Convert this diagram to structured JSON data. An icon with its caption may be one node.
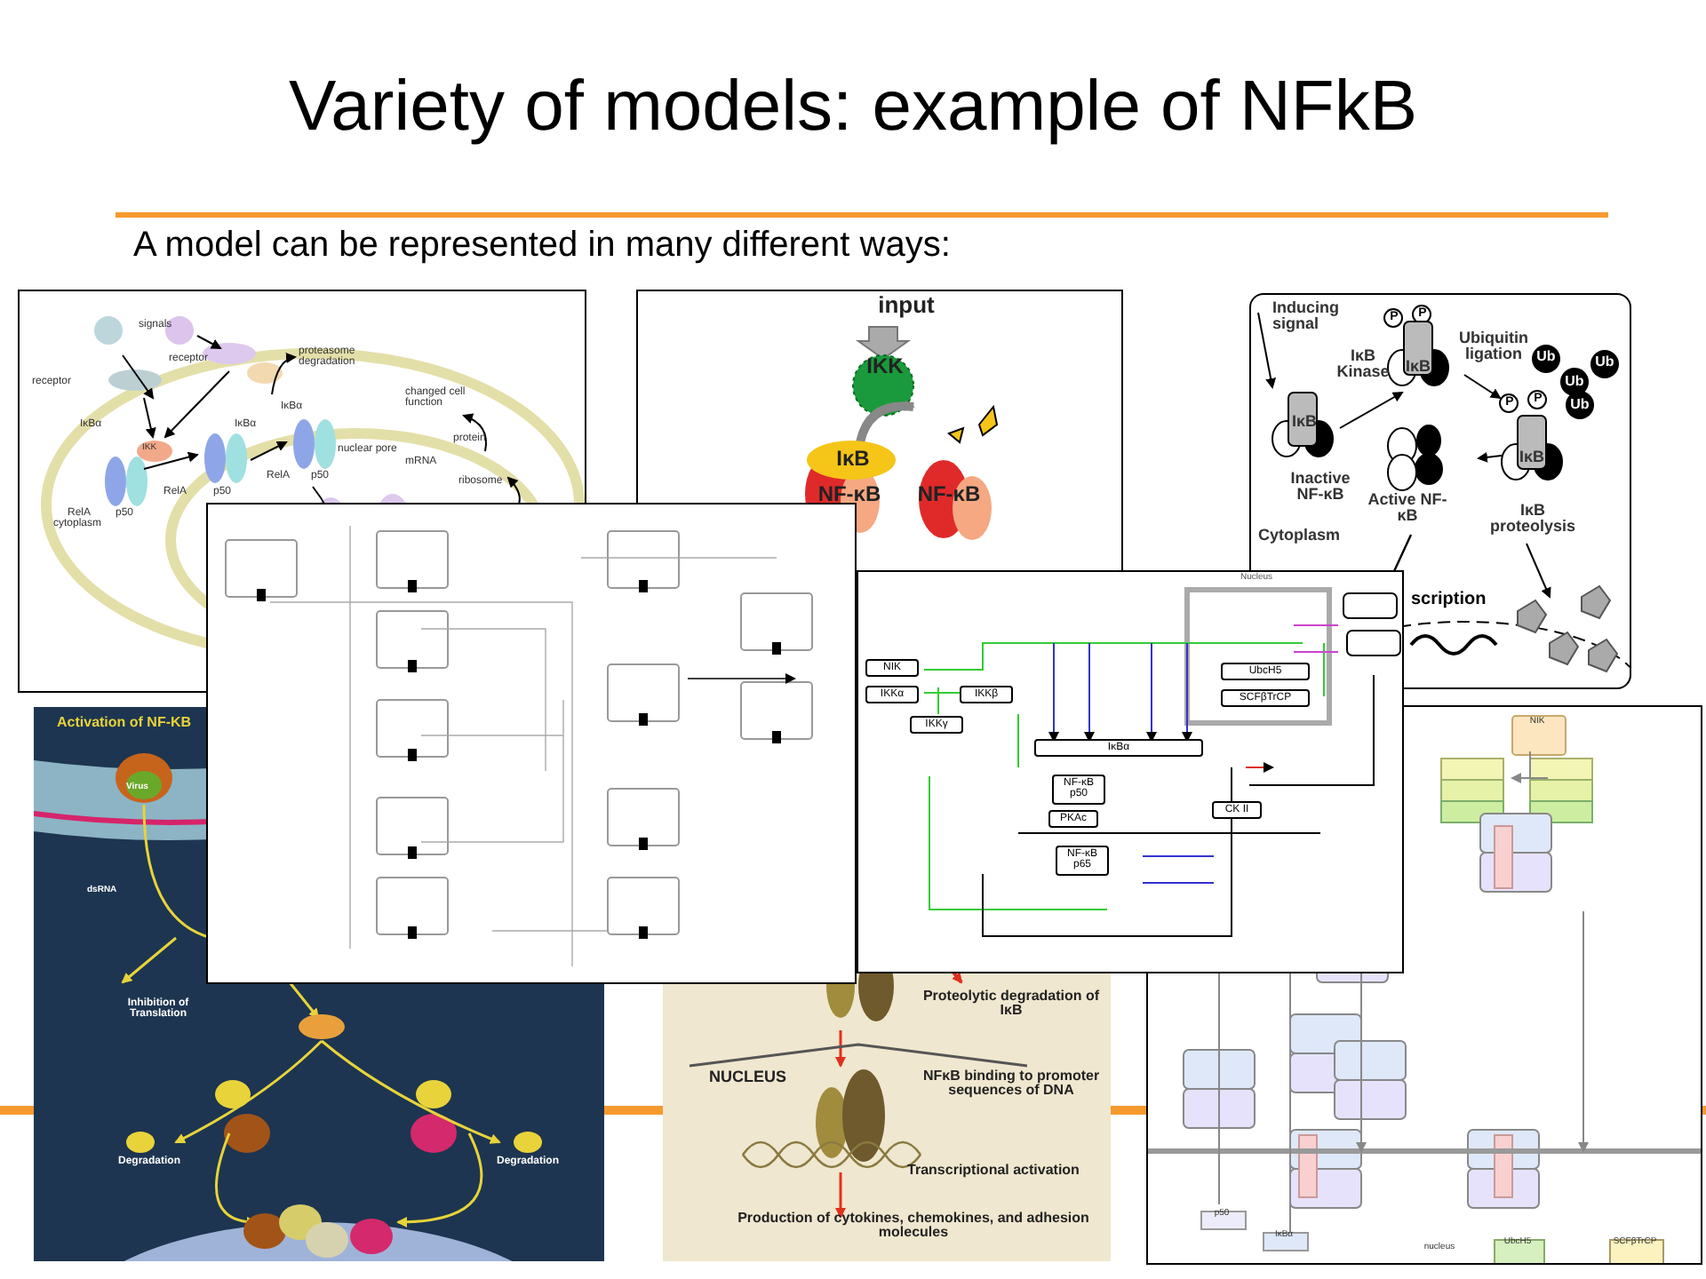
{
  "diagram": {
    "title": "Variety of models: example of NFkB",
    "labels": [
      "A model can be represented in many different ways:",
      "signals",
      "receptor",
      "receptor",
      "proteasome degradation",
      "IκBα",
      "IKK",
      "IκBα",
      "RelA",
      "p50",
      "RelA",
      "p50",
      "IκBα",
      "RelA",
      "p50",
      "nuclear pore",
      "changed cell function",
      "protein",
      "mRNA",
      "ribosome",
      "cytoplasm",
      "input",
      "IKK",
      "IκB",
      "NF-κB",
      "NF-κB",
      "Inducing signal",
      "IκB Kinase",
      "Ubiquitin ligation",
      "Ub",
      "Ub",
      "Ub",
      "Ub",
      "P",
      "P",
      "P",
      "P",
      "IκB",
      "IκB",
      "IκB",
      "Inactive NF-κB",
      "Active NF-κB",
      "IκB proteolysis",
      "Cytoplasm",
      "scription",
      "Activation of NF-KB",
      "Virus",
      "dsRNA",
      "Inhibition of Translation",
      "Degradation",
      "Degradation",
      "Proteolytic degradation of IκB",
      "NUCLEUS",
      "NFκB binding to promoter sequences of DNA",
      "Transcriptional activation",
      "Production of cytokines, chemokines, and adhesion molecules",
      "NIK",
      "IKKα",
      "IKKβ",
      "IKKγ",
      "UbcH5",
      "SCFβTrCP",
      "IκBα",
      "NF-κB p50",
      "PKAc",
      "CK II",
      "NF-κB p65",
      "Nucleus",
      "NIK",
      "p50",
      "IκBα",
      "UbcH5",
      "SCFβTrCP",
      "nucleus"
    ]
  }
}
